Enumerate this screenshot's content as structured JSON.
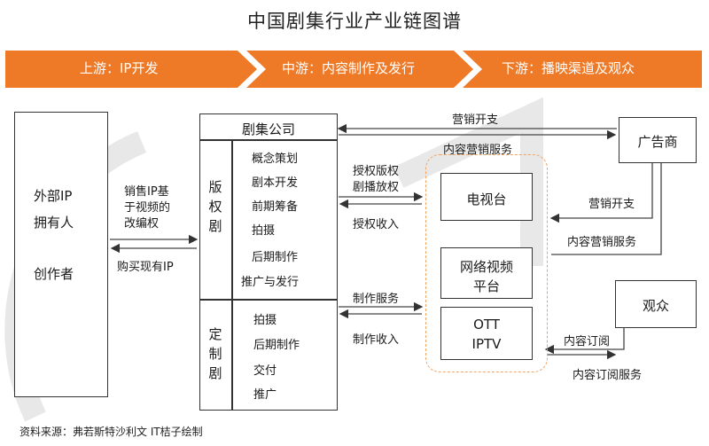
{
  "title": "中国剧集行业产业链图谱",
  "banner": {
    "upstream": "上游：IP开发",
    "midstream": "中游：内容制作及发行",
    "downstream": "下游：播映渠道及观众",
    "color": "#ee7a28"
  },
  "ip_owners": {
    "line1": "外部IP",
    "line2": "拥有人",
    "line3": "创作者"
  },
  "ip_flow": {
    "right_line1": "销售IP基",
    "right_line2": "于视频的",
    "right_line3": "改编权",
    "left": "购买现有IP"
  },
  "drama_company": {
    "title": "剧集公司",
    "copyright_label": [
      "版",
      "权",
      "剧"
    ],
    "copyright_items": [
      "概念策划",
      "剧本开发",
      "前期筹备",
      "拍摄",
      "后期制作",
      "推广与发行"
    ],
    "custom_label": [
      "定",
      "制",
      "剧"
    ],
    "custom_items": [
      "拍摄",
      "后期制作",
      "交付",
      "推广"
    ]
  },
  "mid_flows": {
    "marketing_cost": "营销开支",
    "content_marketing": "内容营销服务",
    "license_line1": "授权版权",
    "license_line2": "剧播放权",
    "license_income": "授权收入",
    "production_service": "制作服务",
    "production_income": "制作收入"
  },
  "channels": {
    "tv": "电视台",
    "online_line1": "网络视频",
    "online_line2": "平台",
    "ott_line1": "OTT",
    "ott_line2": "IPTV"
  },
  "advertiser": {
    "label": "广告商",
    "marketing_cost": "营销开支",
    "content_marketing": "内容营销服务"
  },
  "audience": {
    "label": "观众",
    "subscribe": "内容订阅",
    "subscribe_service": "内容订阅服务"
  },
  "source": "资料来源：弗若斯特沙利文  IT桔子绘制"
}
